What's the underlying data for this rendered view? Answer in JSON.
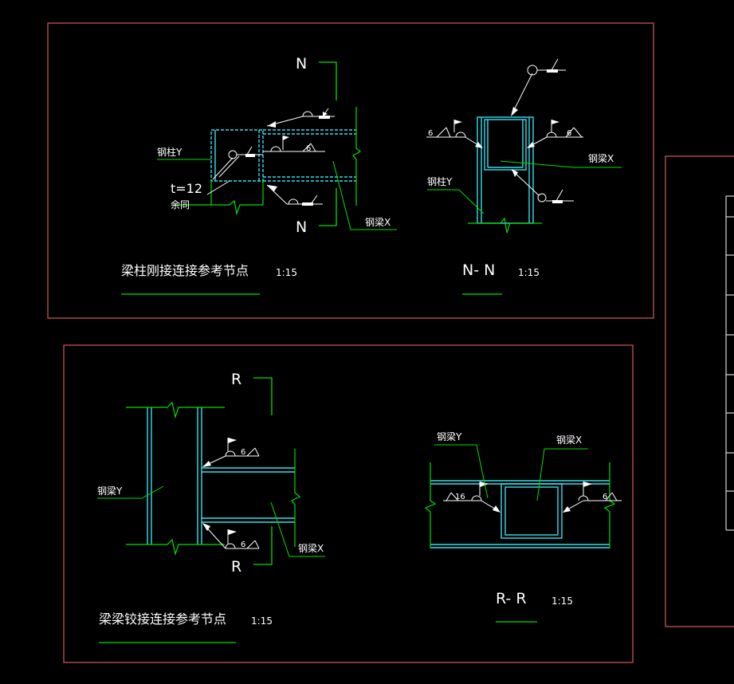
{
  "colors": {
    "background": "#000000",
    "frame": "#ff6b6b",
    "cyan": "#33e0f0",
    "green": "#00e000",
    "white": "#ffffff"
  },
  "panel_top": {
    "section_mark_top": "N",
    "section_mark_bottom": "N",
    "column_label": "钢柱Y",
    "thickness_label": "t=12",
    "rest_label": "余同",
    "beam_label": "钢梁X",
    "weld_size_1": "6",
    "title": "梁柱刚接连接参考节点",
    "scale": "1:15",
    "section_title": "N- N",
    "section_scale": "1:15",
    "section_weld_left": "6",
    "section_weld_right": "6",
    "section_beam_label": "钢梁X",
    "section_column_label": "钢柱Y"
  },
  "panel_bottom": {
    "section_mark_top": "R",
    "section_mark_bottom": "R",
    "column_label": "钢梁Y",
    "beam_label": "钢梁X",
    "weld_size_top": "6",
    "weld_size_bottom": "6",
    "title": "梁梁铰接连接参考节点",
    "scale": "1:15",
    "section_title": "R- R",
    "section_scale": "1:15",
    "section_label_left": "钢梁Y",
    "section_label_right": "钢梁X",
    "section_weld_left": "16",
    "section_weld_right": "6"
  }
}
